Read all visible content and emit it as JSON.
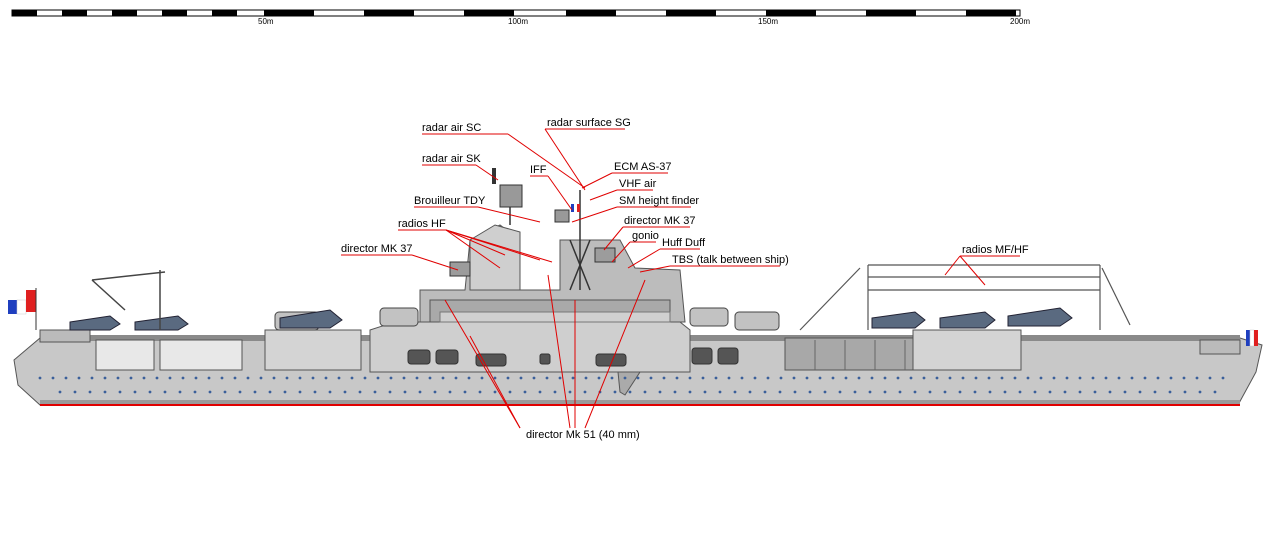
{
  "scale": {
    "ticks": [
      "50m",
      "100m",
      "150m",
      "200m"
    ]
  },
  "labels": {
    "radar_air_sc": "radar air SC",
    "radar_surface_sg": "radar surface SG",
    "radar_air_sk": "radar air SK",
    "iff": "IFF",
    "ecm": "ECM AS-37",
    "vhf_air": "VHF air",
    "brouilleur": "Brouilleur TDY",
    "sm_height_finder": "SM height finder",
    "radios_hf": "radios HF",
    "director_mk37_right": "director MK 37",
    "gonio": "gonio",
    "huff_duff": "Huff Duff",
    "director_mk37_left": "director MK 37",
    "tbs": "TBS (talk between ship)",
    "radios_mfhf": "radios MF/HF",
    "director_mk51": "director Mk 51 (40 mm)"
  },
  "colors": {
    "hull": "#c8c8c8",
    "hull_dark": "#9a9a9a",
    "deck": "#b0b0b0",
    "leader": "#e00000",
    "portholes": "#3a5f9a",
    "waterline": "#e00000",
    "flag_blue": "#1f3fbf",
    "flag_red": "#e02020"
  }
}
